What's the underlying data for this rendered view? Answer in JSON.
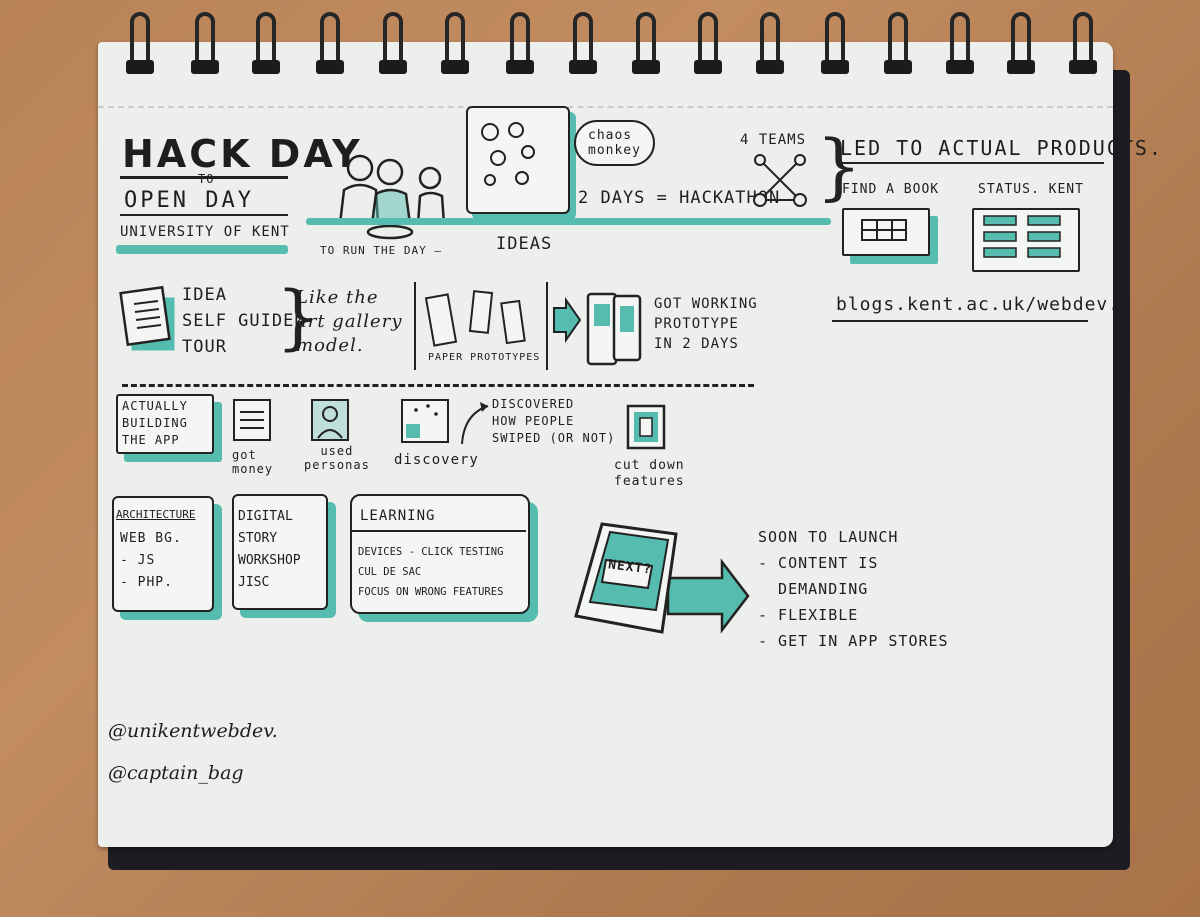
{
  "title": "HACK DAY",
  "to": "TO",
  "subtitle": "OPEN DAY",
  "org": "UNIVERSITY OF KENT",
  "run_day": "TO RUN THE DAY –",
  "ideas": "IDEAS",
  "chaos": "chaos\nmonkey",
  "hackathon": "2 DAYS = HACKATHON",
  "teams": "4 TEAMS",
  "led_to": "LED TO ACTUAL PRODUCTS.",
  "find_book": "FIND A BOOK",
  "status_kent": "STATUS. KENT",
  "blog": "blogs.kent.ac.uk/webdev.",
  "idea_tour": "IDEA\nSELF GUIDED\nTOUR",
  "gallery": "Like the\nart gallery\nmodel.",
  "paper_proto": "PAPER PROTOTYPES",
  "working_proto": "GOT WORKING\nPROTOTYPE\nIN 2 DAYS",
  "building": "ACTUALLY\nBUILDING\nTHE APP",
  "got_money": "got\nmoney",
  "personas": "used\npersonas",
  "discovery": "discovery",
  "swiped": "DISCOVERED\nHOW PEOPLE\nSWIPED (OR NOT)",
  "cut_down": "cut down\nfeatures",
  "architecture": {
    "head": "ARCHITECTURE",
    "body": "WEB BG.\n- JS\n- PHP."
  },
  "digital": "DIGITAL\nSTORY\nWORKSHOP\nJISC",
  "learning": {
    "head": "LEARNING",
    "body": "DEVICES - CLICK TESTING\nCUL DE SAC\nFOCUS ON WRONG FEATURES"
  },
  "next": "NEXT?",
  "soon": "SOON TO LAUNCH\n- CONTENT IS\n  DEMANDING\n- FLEXIBLE\n- GET IN APP STORES",
  "handle1": "@unikentwebdev.",
  "handle2": "@captain_bag",
  "colors": {
    "accent": "#56bcb0",
    "ink": "#1e1e1e",
    "paper": "#ecefec"
  }
}
